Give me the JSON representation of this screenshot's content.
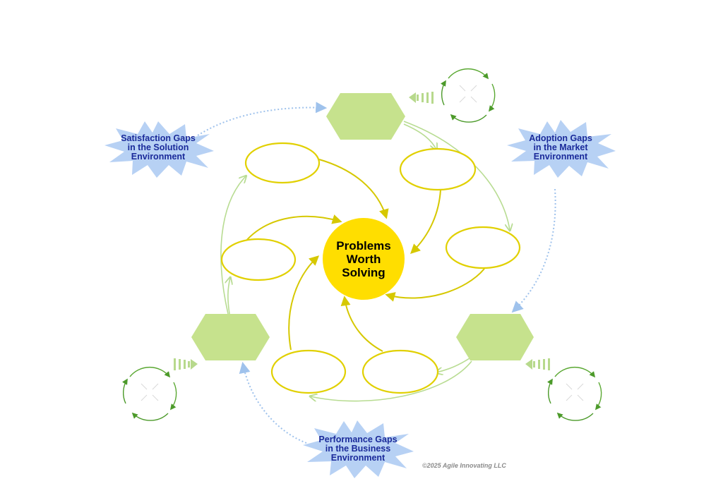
{
  "center": {
    "lines": [
      "Problems",
      "Worth",
      "Solving"
    ],
    "color": "#ffde00"
  },
  "gaps": [
    {
      "id": "satisfaction",
      "lines": [
        "Satisfaction Gaps",
        "in the Solution",
        "Environment"
      ]
    },
    {
      "id": "adoption",
      "lines": [
        "Adoption Gaps",
        "in the Market",
        "Environment"
      ]
    },
    {
      "id": "performance",
      "lines": [
        "Performance Gaps",
        "in the Business",
        "Environment"
      ]
    }
  ],
  "copyright": "©2025 Agile Innovating LLC",
  "colors": {
    "hexagon": "#c6e28d",
    "loop_connector": "#b8dc92",
    "ellipse_stroke": "#e1d000",
    "arrow_yellow": "#d6c800",
    "burst": "#b7d1f4",
    "burst_text": "#1a2a9a",
    "dotted": "#9fc2ec",
    "cycle_arrow": "#4c9a2a",
    "striped_arrow": "#b7d98c"
  },
  "icons": {
    "cycle": "circular-arrows-icon",
    "push": "striped-arrow-icon"
  }
}
